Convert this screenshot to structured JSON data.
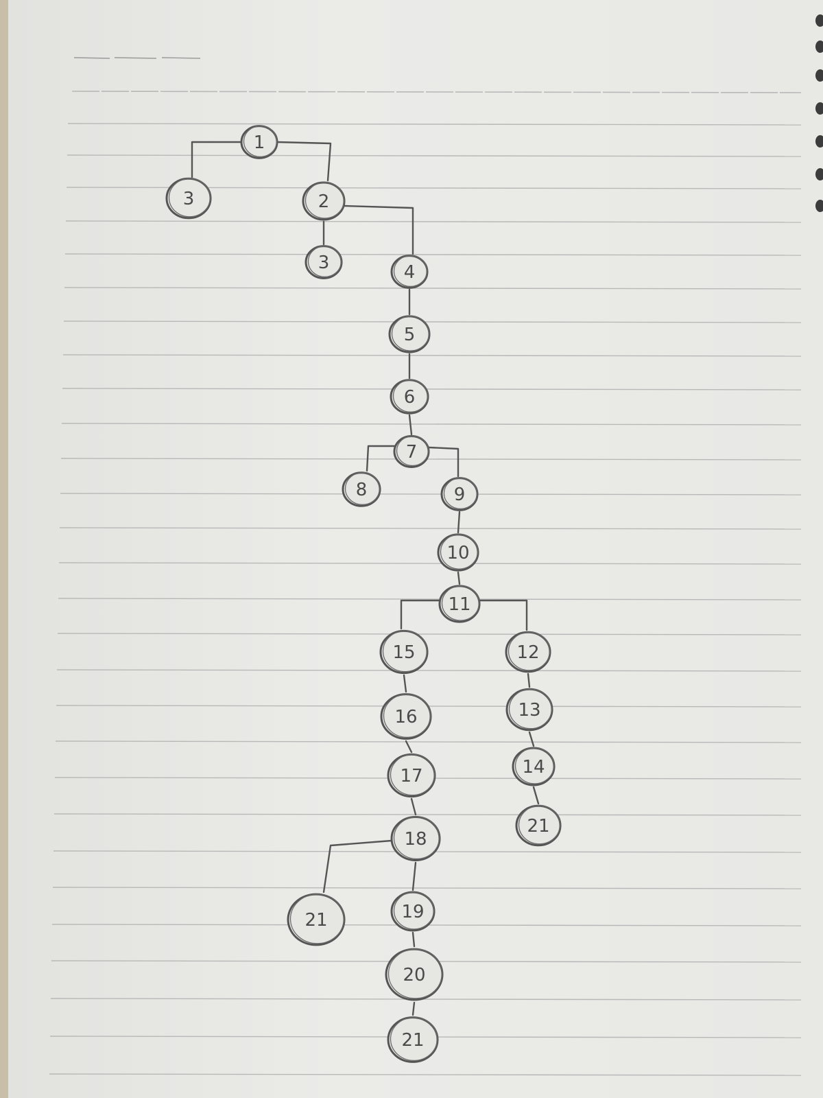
{
  "diagram": {
    "nodes": [
      {
        "id": "n1",
        "label": "1"
      },
      {
        "id": "n3a",
        "label": "3"
      },
      {
        "id": "n2",
        "label": "2"
      },
      {
        "id": "n3b",
        "label": "3"
      },
      {
        "id": "n4",
        "label": "4"
      },
      {
        "id": "n5",
        "label": "5"
      },
      {
        "id": "n6",
        "label": "6"
      },
      {
        "id": "n7",
        "label": "7"
      },
      {
        "id": "n8",
        "label": "8"
      },
      {
        "id": "n9",
        "label": "9"
      },
      {
        "id": "n10",
        "label": "10"
      },
      {
        "id": "n11",
        "label": "11"
      },
      {
        "id": "n15",
        "label": "15"
      },
      {
        "id": "n12",
        "label": "12"
      },
      {
        "id": "n16",
        "label": "16"
      },
      {
        "id": "n13",
        "label": "13"
      },
      {
        "id": "n17",
        "label": "17"
      },
      {
        "id": "n14",
        "label": "14"
      },
      {
        "id": "n18",
        "label": "18"
      },
      {
        "id": "n21a",
        "label": "21"
      },
      {
        "id": "n21b",
        "label": "21"
      },
      {
        "id": "n19",
        "label": "19"
      },
      {
        "id": "n20",
        "label": "20"
      },
      {
        "id": "n21c",
        "label": "21"
      }
    ],
    "edges": [
      [
        "n1",
        "n3a"
      ],
      [
        "n1",
        "n2"
      ],
      [
        "n2",
        "n3b"
      ],
      [
        "n2",
        "n4"
      ],
      [
        "n4",
        "n5"
      ],
      [
        "n5",
        "n6"
      ],
      [
        "n6",
        "n7"
      ],
      [
        "n7",
        "n8"
      ],
      [
        "n7",
        "n9"
      ],
      [
        "n9",
        "n10"
      ],
      [
        "n10",
        "n11"
      ],
      [
        "n11",
        "n15"
      ],
      [
        "n11",
        "n12"
      ],
      [
        "n15",
        "n16"
      ],
      [
        "n16",
        "n17"
      ],
      [
        "n17",
        "n18"
      ],
      [
        "n18",
        "n21a"
      ],
      [
        "n18",
        "n19"
      ],
      [
        "n19",
        "n20"
      ],
      [
        "n20",
        "n21c"
      ],
      [
        "n12",
        "n13"
      ],
      [
        "n13",
        "n14"
      ],
      [
        "n14",
        "n21b"
      ]
    ]
  },
  "colors": {
    "pencil": "#555555",
    "rule_line": "#b8b8b8",
    "paper": "#e8e8e5"
  }
}
